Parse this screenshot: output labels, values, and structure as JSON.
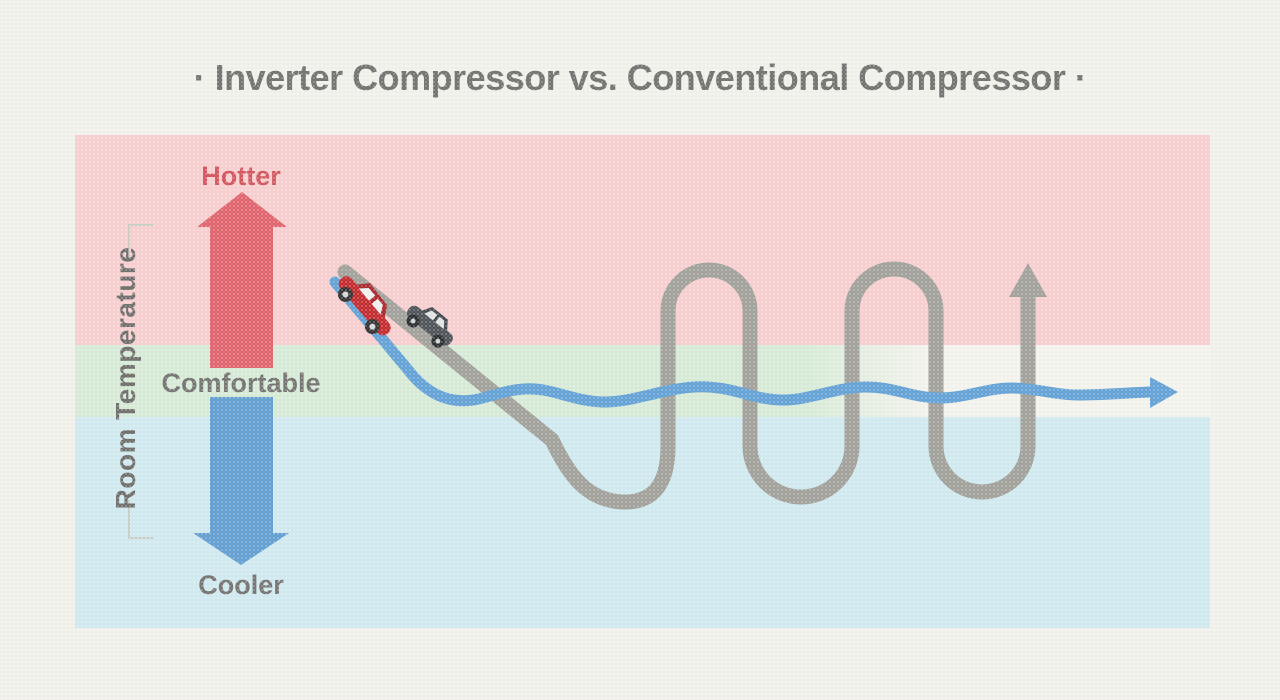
{
  "title": "· Inverter Compressor vs. Conventional Compressor ·",
  "temperature_axis": {
    "label": "Room Temperature",
    "up_arrow_icon": "thermometer-up-arrow-icon",
    "down_arrow_icon": "thermometer-down-arrow-icon",
    "bracket_icon": "range-bracket-icon",
    "zones": [
      {
        "name": "hot",
        "label": "Hotter",
        "band_color": "#f6ced2",
        "label_color": "#d0505c"
      },
      {
        "name": "comfortable",
        "label": "Comfortable",
        "band_color": "#d5ead9",
        "label_color": "#6f6f6f"
      },
      {
        "name": "cool",
        "label": "Cooler",
        "band_color": "#cfe9f2",
        "label_color": "#6f6f6f"
      }
    ]
  },
  "lines": {
    "inverter_compressor": {
      "icon": "smooth-wavy-arrow-line",
      "color": "#5f9fd8",
      "vehicle_icon": "red-sports-car-icon",
      "vehicle_color": "#c1272e"
    },
    "conventional_compressor": {
      "icon": "oscillating-loop-arrow-line",
      "color": "#9e9e9b",
      "vehicle_icon": "gray-car-icon",
      "vehicle_color": "#4a5058"
    }
  },
  "colors": {
    "page_background": "#f0f0ec",
    "title_text": "#6e6e6e",
    "hot_arrow": "#e0606d",
    "cool_arrow": "#5d9bd3",
    "bracket": "#c6cdc6"
  }
}
